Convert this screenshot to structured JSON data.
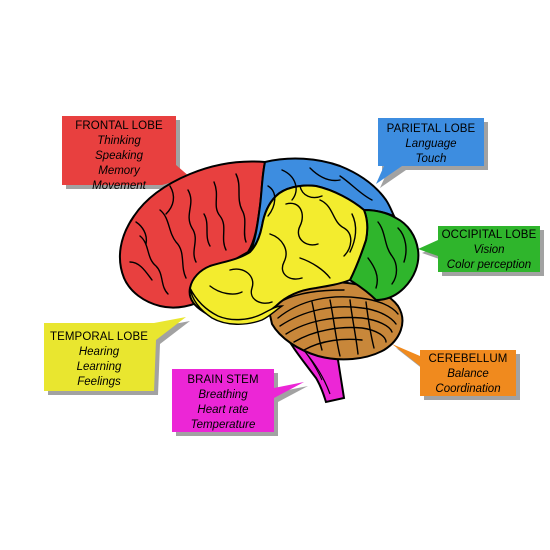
{
  "colors": {
    "frontal": "#e8403f",
    "parietal": "#3d8de0",
    "temporal": "#e9e62f",
    "occipital": "#2fb52c",
    "cerebellum": "#f08a1e",
    "brainstem": "#ec26d6",
    "temporal_brain": "#f3ec2e"
  },
  "labels": {
    "frontal": {
      "title": "FRONTAL LOBE",
      "lines": [
        "Thinking",
        "Speaking",
        "Memory",
        "Movement"
      ]
    },
    "parietal": {
      "title": "PARIETAL LOBE",
      "lines": [
        "Language",
        "Touch"
      ]
    },
    "occipital": {
      "title": "OCCIPITAL LOBE",
      "lines": [
        "Vision",
        "Color perception"
      ]
    },
    "temporal": {
      "title": "TEMPORAL LOBE",
      "lines": [
        "Hearing",
        "Learning",
        "Feelings"
      ]
    },
    "brainstem": {
      "title": "BRAIN STEM",
      "lines": [
        "Breathing",
        "Heart rate",
        "Temperature"
      ]
    },
    "cerebellum": {
      "title": "CEREBELLUM",
      "lines": [
        "Balance",
        "Coordination"
      ]
    }
  }
}
